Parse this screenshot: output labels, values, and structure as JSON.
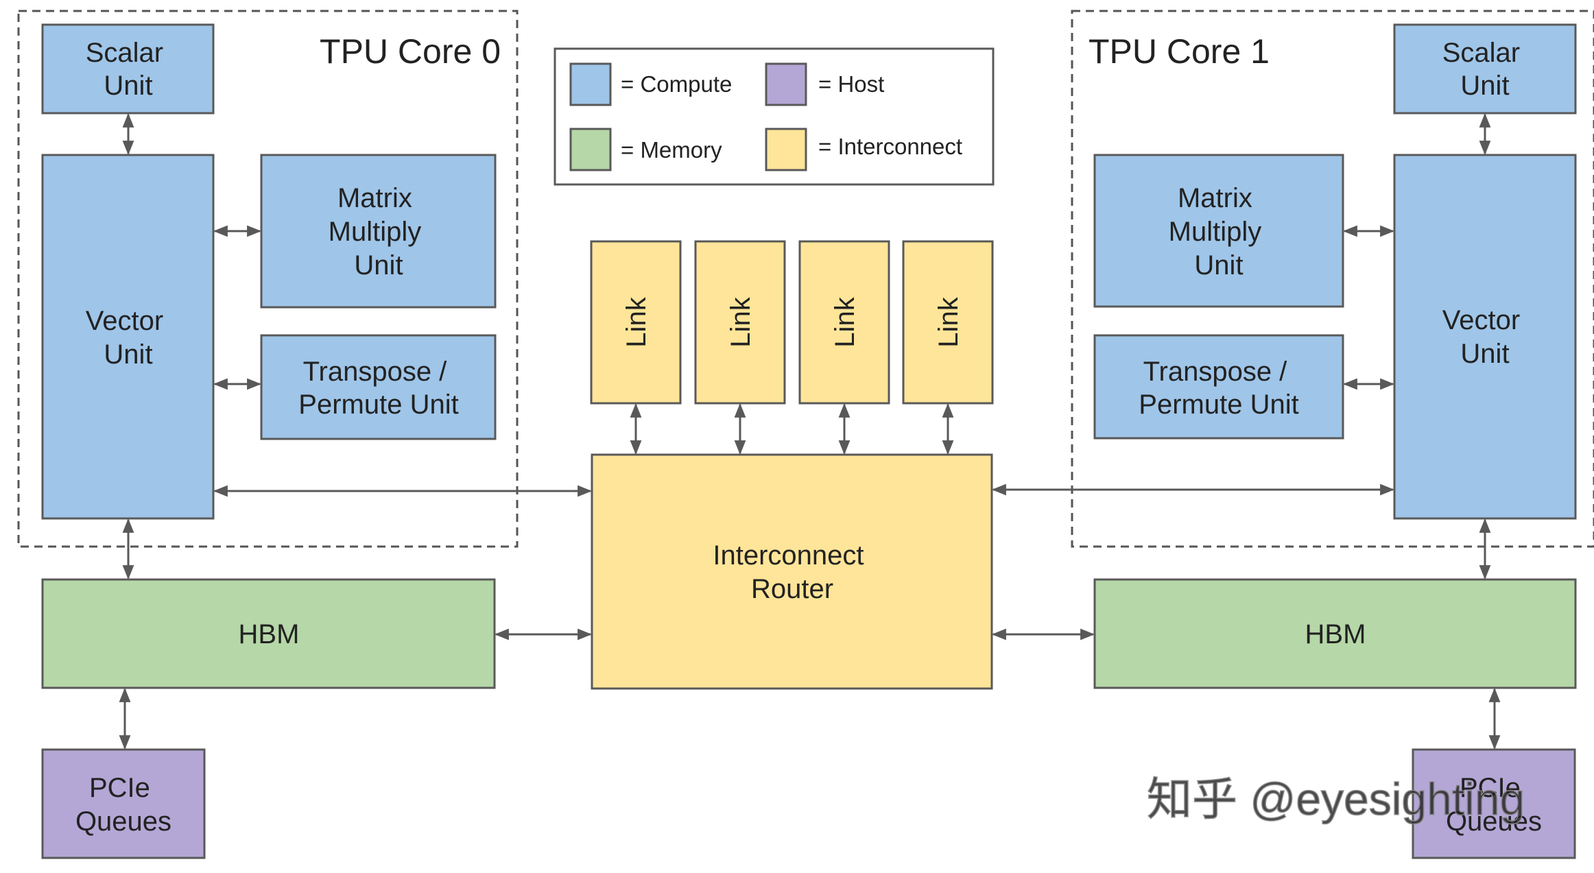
{
  "colors": {
    "compute": "#9fc5e8",
    "memory": "#b6d7a8",
    "host": "#b4a7d6",
    "interconnect": "#ffe599",
    "border": "#595959",
    "arrow": "#595959",
    "dashed_border": "#555555",
    "text": "#222222"
  },
  "legend": {
    "compute": "= Compute",
    "host": "= Host",
    "memory": "= Memory",
    "interconnect": "= Interconnect"
  },
  "core0": {
    "title": "TPU Core 0",
    "scalar": [
      "Scalar",
      "Unit"
    ],
    "vector": [
      "Vector",
      "Unit"
    ],
    "matrix": [
      "Matrix",
      "Multiply",
      "Unit"
    ],
    "transpose": [
      "Transpose /",
      "Permute Unit"
    ]
  },
  "core1": {
    "title": "TPU Core 1",
    "scalar": [
      "Scalar",
      "Unit"
    ],
    "vector": [
      "Vector",
      "Unit"
    ],
    "matrix": [
      "Matrix",
      "Multiply",
      "Unit"
    ],
    "transpose": [
      "Transpose /",
      "Permute Unit"
    ]
  },
  "links": [
    "Link",
    "Link",
    "Link",
    "Link"
  ],
  "router": [
    "Interconnect",
    "Router"
  ],
  "hbm_left": "HBM",
  "hbm_right": "HBM",
  "pcie_left": [
    "PCIe",
    "Queues"
  ],
  "pcie_right": [
    "PCIe",
    "Queues"
  ],
  "watermark": "知乎 @eyesighting"
}
